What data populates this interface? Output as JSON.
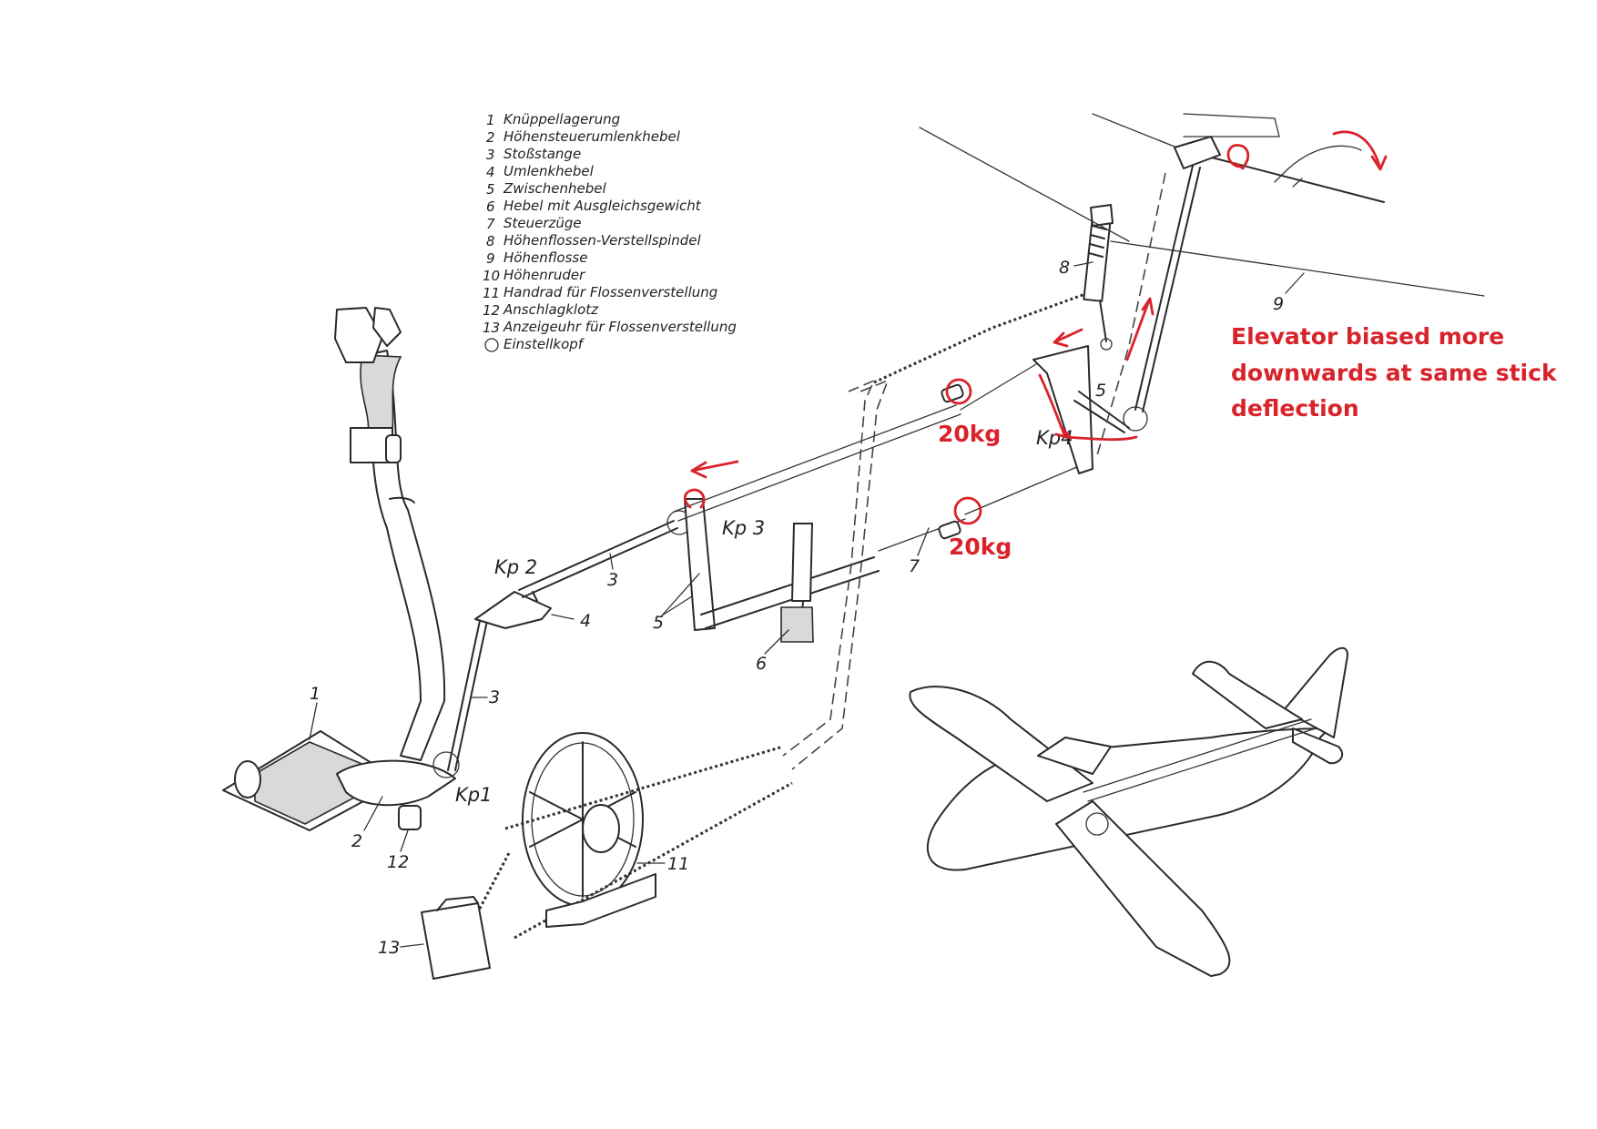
{
  "legend": [
    {
      "num": "1",
      "text": "Knüppellagerung"
    },
    {
      "num": "2",
      "text": "Höhensteuerumlenkhebel"
    },
    {
      "num": "3",
      "text": "Stoßstange"
    },
    {
      "num": "4",
      "text": "Umlenkhebel"
    },
    {
      "num": "5",
      "text": "Zwischenhebel"
    },
    {
      "num": "6",
      "text": "Hebel mit Ausgleichsgewicht"
    },
    {
      "num": "7",
      "text": "Steuerzüge"
    },
    {
      "num": "8",
      "text": "Höhenflossen-Verstellspindel"
    },
    {
      "num": "9",
      "text": "Höhenflosse"
    },
    {
      "num": "10",
      "text": "Höhenruder"
    },
    {
      "num": "11",
      "text": "Handrad für Flossenverstellung"
    },
    {
      "num": "12",
      "text": "Anschlagklotz"
    },
    {
      "num": "13",
      "text": "Anzeigeuhr für Flossenverstellung"
    },
    {
      "num": "",
      "text": "Einstellkopf"
    }
  ],
  "part_labels": {
    "p1": "1",
    "p2": "2",
    "p3a": "3",
    "p3b": "3",
    "p4": "4",
    "p5a": "5",
    "p5b": "5",
    "p6": "6",
    "p7": "7",
    "p8": "8",
    "p9": "9",
    "p11": "11",
    "p12": "12",
    "p13": "13"
  },
  "kp_labels": {
    "kp1": "Kp1",
    "kp2": "Kp 2",
    "kp3": "Kp 3",
    "kp4": "Kp4"
  },
  "annotations": {
    "weight_upper": "20kg",
    "weight_lower": "20kg",
    "note_line1": "Elevator biased more",
    "note_line2": "downwards at same stick",
    "note_line3": "deflection"
  },
  "colors": {
    "annotation_red": "#d9232b",
    "line_ink": "#2a2a2a"
  }
}
